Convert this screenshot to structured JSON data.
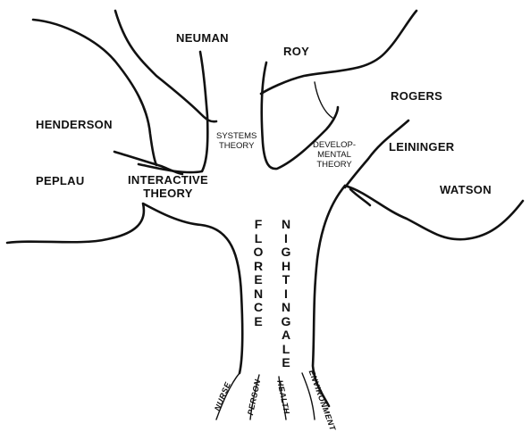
{
  "theorists": {
    "neuman": "NEUMAN",
    "roy": "ROY",
    "rogers": "ROGERS",
    "henderson": "HENDERSON",
    "leininger": "LEININGER",
    "peplau": "PEPLAU",
    "watson": "WATSON"
  },
  "theories": {
    "interactive": "INTERACTIVE\nTHEORY",
    "systems": "SYSTEMS\nTHEORY",
    "developmental": "DEVELOP-\nMENTAL\nTHEORY"
  },
  "trunk": {
    "first_name": "FLORENCE",
    "last_name": "NIGHTINGALE"
  },
  "roots": {
    "nurse": "NURSE",
    "person": "PERSON",
    "health": "HEALTH",
    "environment": "ENVIRONMENT"
  }
}
